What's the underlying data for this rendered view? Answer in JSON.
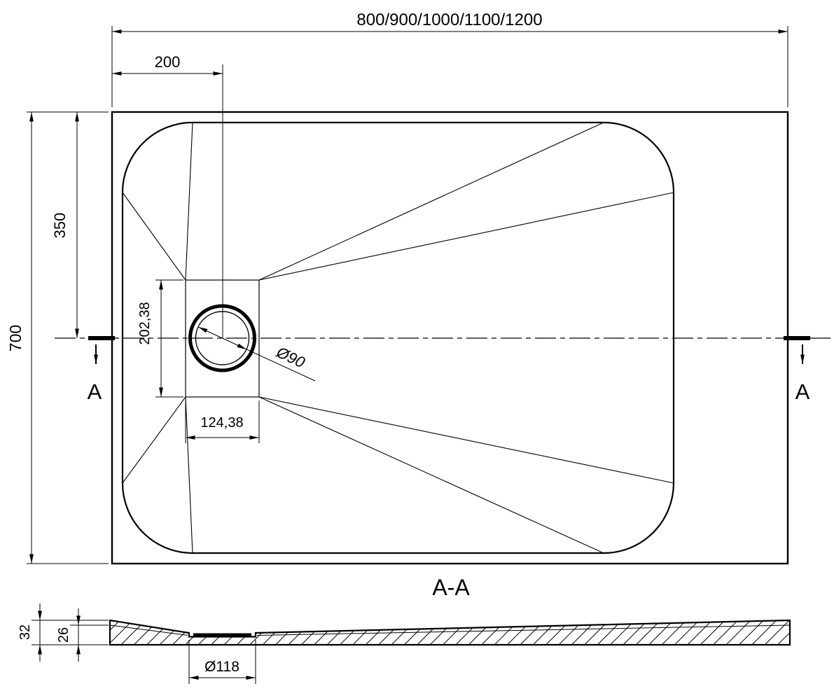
{
  "drawing": {
    "type": "shower-tray-technical-drawing",
    "colors": {
      "line": "#000000",
      "background": "#ffffff"
    },
    "labels": {
      "overall_width": "800/900/1000/1100/1200",
      "drain_offset": "200",
      "depth": "700",
      "drain_center_offset": "350",
      "drain_recess_length": "202,38",
      "drain_recess_width": "124,38",
      "drain_diameter": "Ø90",
      "section_marker_left": "A",
      "section_marker_right": "A",
      "section_name": "A-A",
      "profile_height_total": "32",
      "profile_height_inner": "26",
      "drain_hole_diameter": "Ø118"
    }
  }
}
